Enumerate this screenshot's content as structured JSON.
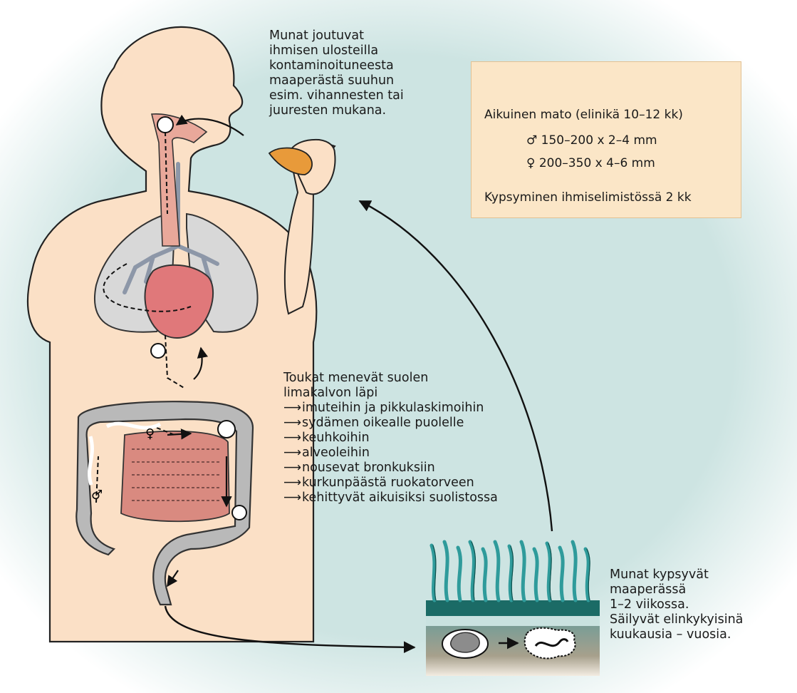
{
  "ingestion_text": "Munat joutuvat\nihmisen ulosteilla\nkontaminoituneesta\nmaaperästä suuhun\nesim. vihannesten tai\njuuresten mukana.",
  "info_box": {
    "adult_label": "Aikuinen mato (elinikä 10–12 kk)",
    "male_symbol": "♂",
    "male_size": "150–200 x 2–4 mm",
    "female_symbol": "♀",
    "female_size": "200–350 x 4–6 mm",
    "maturation": "Kypsyminen ihmiselimistössä 2 kk"
  },
  "larvae": {
    "intro": "Toukat menevät suolen\nlimakalvon läpi",
    "arrow_glyph": "⟶",
    "steps": [
      "imuteihin ja pikkulaskimoihin",
      "sydämen oikealle puolelle",
      "keuhkoihin",
      "alveoleihin",
      "nousevat bronkuksiin",
      "kurkunpäästä ruokatorveen",
      "kehittyvät aikuisiksi suolistossa"
    ]
  },
  "soil_text": "Munat kypsyvät\nmaaperässä\n1–2 viikossa.\nSäilyvät elinkykyisinä\nkuukausia – vuosia.",
  "intestine_symbols": {
    "female": "♀",
    "male": "♂"
  },
  "colors": {
    "background": "#cde4e2",
    "skin": "#fbe0c6",
    "lung": "#d8d8d8",
    "heart": "#e0787a",
    "gut": "#d98a80",
    "colon": "#b9b9b9",
    "grass": "#2f9b9b",
    "info_box": "#fbe6c7"
  }
}
